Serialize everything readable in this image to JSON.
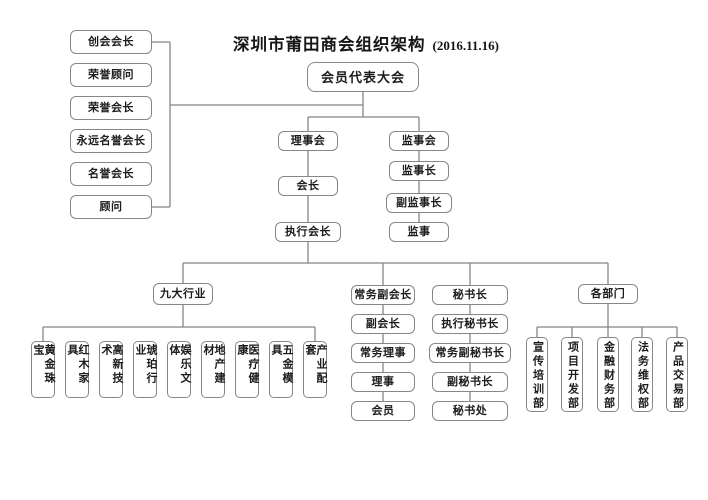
{
  "title": {
    "text": "深圳市莆田商会组织架构",
    "date": "(2016.11.16)"
  },
  "assembly": {
    "label": "会员代表大会"
  },
  "honorary": {
    "items": [
      "创会会长",
      "荣誉顾问",
      "荣誉会长",
      "永远名誉会长",
      "名誉会长",
      "顾问"
    ]
  },
  "council_chain": {
    "items": [
      "理事会",
      "会长",
      "执行会长"
    ]
  },
  "supervisory_chain": {
    "items": [
      "监事会",
      "监事长",
      "副监事长",
      "监事"
    ]
  },
  "industries": {
    "header": "九大行业",
    "items": [
      "黄金珠宝",
      "红木家具",
      "高新技术",
      "琥珀行业",
      "娱乐文体",
      "地产建材",
      "医疗健康",
      "五金模具",
      "产业配套"
    ]
  },
  "vice_chain": {
    "items": [
      "常务副会长",
      "副会长",
      "常务理事",
      "理事",
      "会员"
    ]
  },
  "secretary_chain": {
    "items": [
      "秘书长",
      "执行秘书长",
      "常务副秘书长",
      "副秘书长",
      "秘书处"
    ]
  },
  "departments": {
    "header": "各部门",
    "items": [
      "宣传培训部",
      "项目开发部",
      "金融财务部",
      "法务维权部",
      "产品交易部"
    ]
  },
  "colors": {
    "background": "#ffffff",
    "line": "#858585",
    "box_border": "#878787",
    "text": "#1c1c1c"
  }
}
